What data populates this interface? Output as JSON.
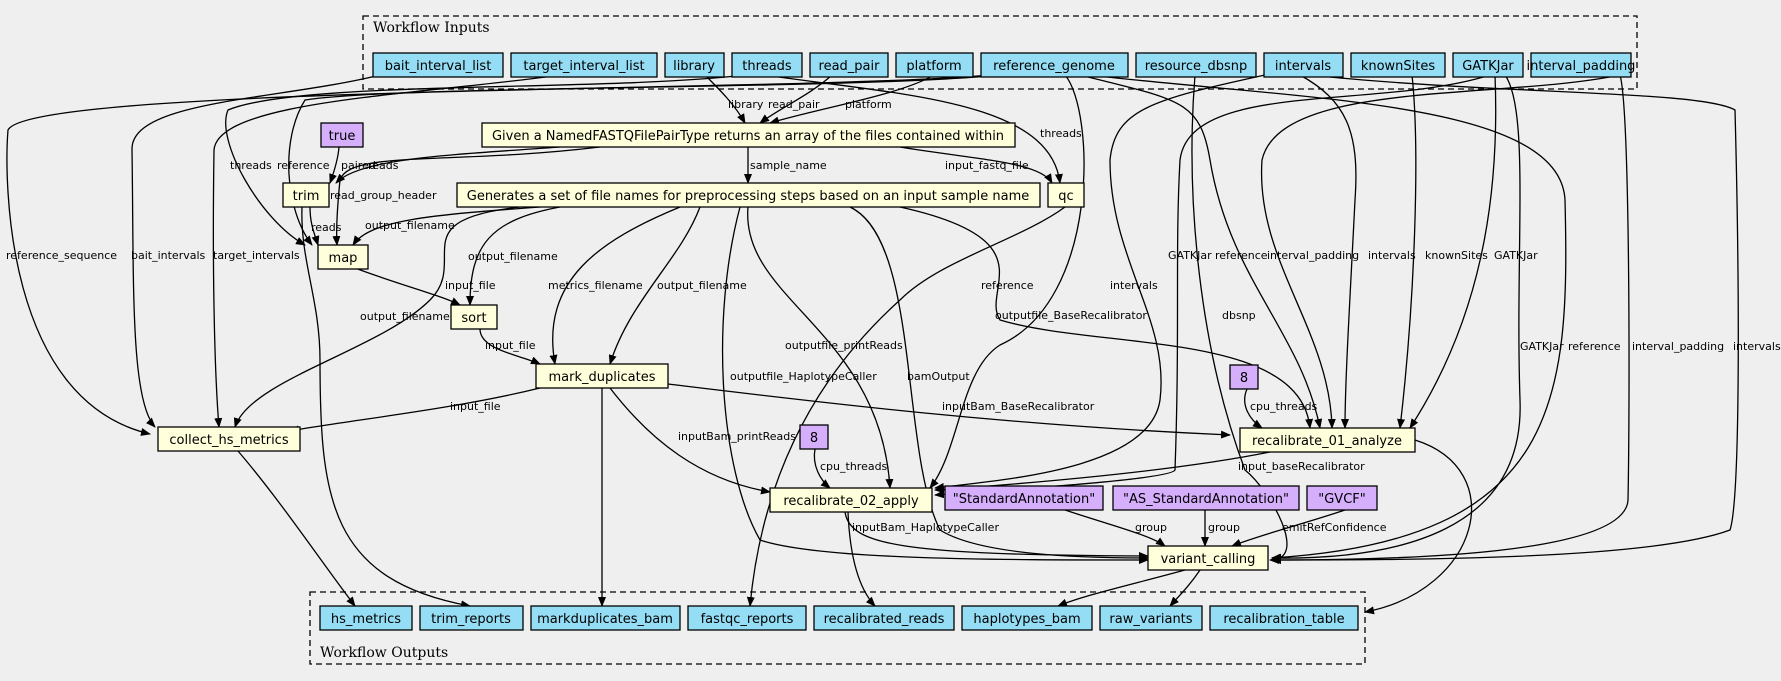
{
  "clusters": {
    "inputs_label": "Workflow Inputs",
    "outputs_label": "Workflow Outputs"
  },
  "inputs": {
    "bait_interval_list": "bait_interval_list",
    "target_interval_list": "target_interval_list",
    "library": "library",
    "threads": "threads",
    "read_pair": "read_pair",
    "platform": "platform",
    "reference_genome": "reference_genome",
    "resource_dbsnp": "resource_dbsnp",
    "intervals": "intervals",
    "knownSites": "knownSites",
    "GATKJar": "GATKJar",
    "interval_padding": "interval_padding"
  },
  "steps": {
    "given": "Given a NamedFASTQFilePairType returns an array of the files contained within",
    "generates": "Generates a set of file names for preprocessing steps based on an input sample name",
    "trim": "trim",
    "qc": "qc",
    "map": "map",
    "sort": "sort",
    "mark_duplicates": "mark_duplicates",
    "collect_hs_metrics": "collect_hs_metrics",
    "recalibrate_01_analyze": "recalibrate_01_analyze",
    "recalibrate_02_apply": "recalibrate_02_apply",
    "variant_calling": "variant_calling"
  },
  "constants": {
    "true": "true",
    "eight_a": "8",
    "eight_b": "8",
    "standard_annotation": "\"StandardAnnotation\"",
    "as_standard_annotation": "\"AS_StandardAnnotation\"",
    "gvcf": "\"GVCF\""
  },
  "outputs": {
    "hs_metrics": "hs_metrics",
    "trim_reports": "trim_reports",
    "markduplicates_bam": "markduplicates_bam",
    "fastqc_reports": "fastqc_reports",
    "recalibrated_reads": "recalibrated_reads",
    "haplotypes_bam": "haplotypes_bam",
    "raw_variants": "raw_variants",
    "recalibration_table": "recalibration_table"
  },
  "edge_labels": {
    "library": "library",
    "read_pair": "read_pair",
    "platform": "platform",
    "threads_qc": "threads",
    "threads_map": "threads",
    "reference_map": "reference",
    "paired": "paired",
    "reads_trim": "reads",
    "sample_name": "sample_name",
    "input_fastq_file": "input_fastq_file",
    "read_group_header": "read_group_header",
    "reads_map": "reads",
    "output_filename_map": "output_filename",
    "output_filename_sort": "output_filename",
    "output_filename_hs": "output_filename",
    "metrics_filename": "metrics_filename",
    "output_filename_md": "output_filename",
    "outputfile_printReads": "outputfile_printReads",
    "outputfile_HaplotypeCaller": "outputfile_HaplotypeCaller",
    "bamOutput": "bamOutput",
    "outputfile_BaseRecalibrator": "outputfile_BaseRecalibrator",
    "input_file_sort": "input_file",
    "input_file_md": "input_file",
    "input_file_hs": "input_file",
    "reference_sequence": "reference_sequence",
    "bait_intervals": "bait_intervals",
    "target_intervals": "target_intervals",
    "reference_apply": "reference",
    "intervals_apply": "intervals",
    "gatkjar_apply": "GATKJar",
    "dbsnp": "dbsnp",
    "reference_analyze": "reference",
    "interval_padding_analyze": "interval_padding",
    "intervals_analyze": "intervals",
    "knownSites": "knownSites",
    "gatkjar_analyze": "GATKJar",
    "gatkjar_vc": "GATKJar",
    "reference_vc": "reference",
    "interval_padding_vc": "interval_padding",
    "intervals_vc": "intervals",
    "cpu_threads_analyze": "cpu_threads",
    "cpu_threads_apply": "cpu_threads",
    "inputBam_BaseRecalibrator": "inputBam_BaseRecalibrator",
    "inputBam_printReads": "inputBam_printReads",
    "input_baseRecalibrator": "input_baseRecalibrator",
    "inputBam_HaplotypeCaller": "inputBam_HaplotypeCaller",
    "group_a": "group",
    "group_b": "group",
    "emitRefConfidence": "emitRefConfidence"
  },
  "colors": {
    "input": "#94ddf4",
    "step": "#ffffdb",
    "constant": "#d5aefc",
    "background": "#efefef"
  }
}
